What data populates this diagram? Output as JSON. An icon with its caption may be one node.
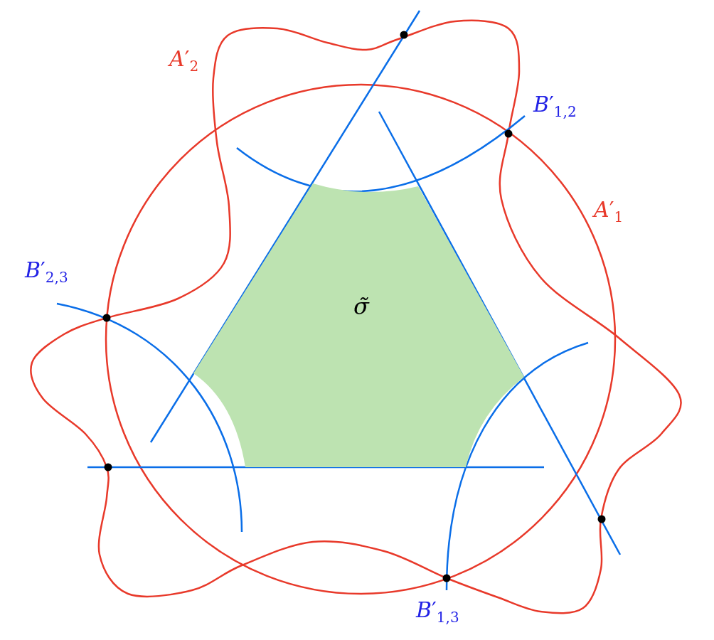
{
  "diagram": {
    "nodes": [
      {
        "text": [
          "σ̃"
        ]
      }
    ],
    "labels": [
      "*A*′$_{2}$",
      "*B*′$_{1,2}$",
      "*A*′$_{1}$",
      "*B*′$_{2,3}$",
      "*B*′$_{1,3}$"
    ]
  }
}
